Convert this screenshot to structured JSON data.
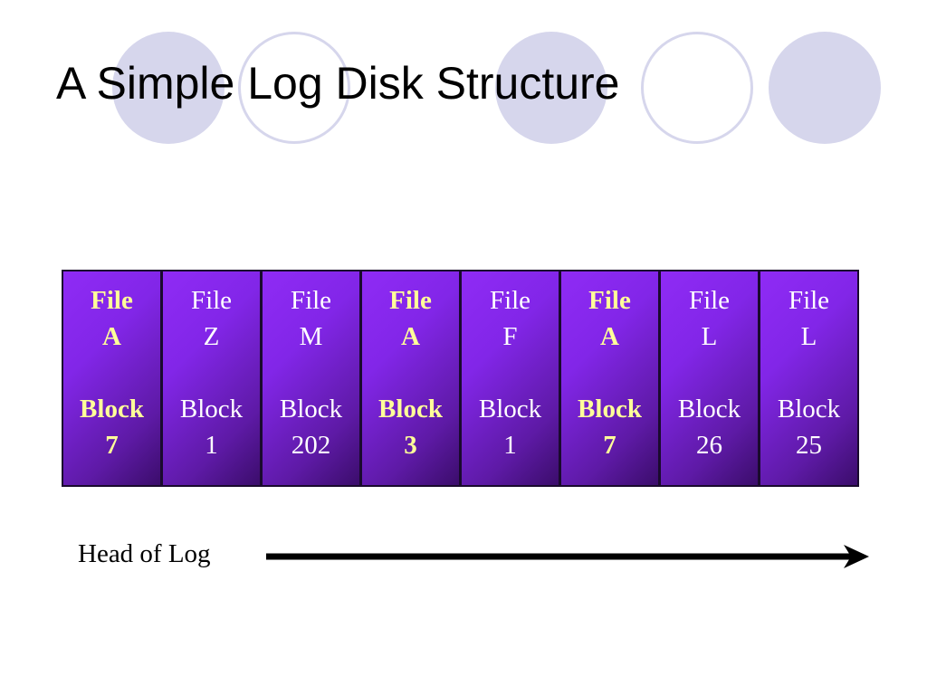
{
  "slide": {
    "title": "A Simple Log Disk Structure"
  },
  "blocks": [
    {
      "file": "File",
      "file_id": "A",
      "block": "Block",
      "block_no": "7",
      "highlight": true
    },
    {
      "file": "File",
      "file_id": "Z",
      "block": "Block",
      "block_no": "1",
      "highlight": false
    },
    {
      "file": "File",
      "file_id": "M",
      "block": "Block",
      "block_no": "202",
      "highlight": false
    },
    {
      "file": "File",
      "file_id": "A",
      "block": "Block",
      "block_no": "3",
      "highlight": true
    },
    {
      "file": "File",
      "file_id": "F",
      "block": "Block",
      "block_no": "1",
      "highlight": false
    },
    {
      "file": "File",
      "file_id": "A",
      "block": "Block",
      "block_no": "7",
      "highlight": true
    },
    {
      "file": "File",
      "file_id": "L",
      "block": "Block",
      "block_no": "26",
      "highlight": false
    },
    {
      "file": "File",
      "file_id": "L",
      "block": "Block",
      "block_no": "25",
      "highlight": false
    }
  ],
  "head": {
    "label": "Head of Log",
    "arrow_icon": "right-arrow-icon"
  },
  "colors": {
    "block_fill": "#8226e8",
    "block_text": "#ffffff",
    "highlight_text": "#ffff99",
    "decor_circle": "#d6d6ec"
  }
}
